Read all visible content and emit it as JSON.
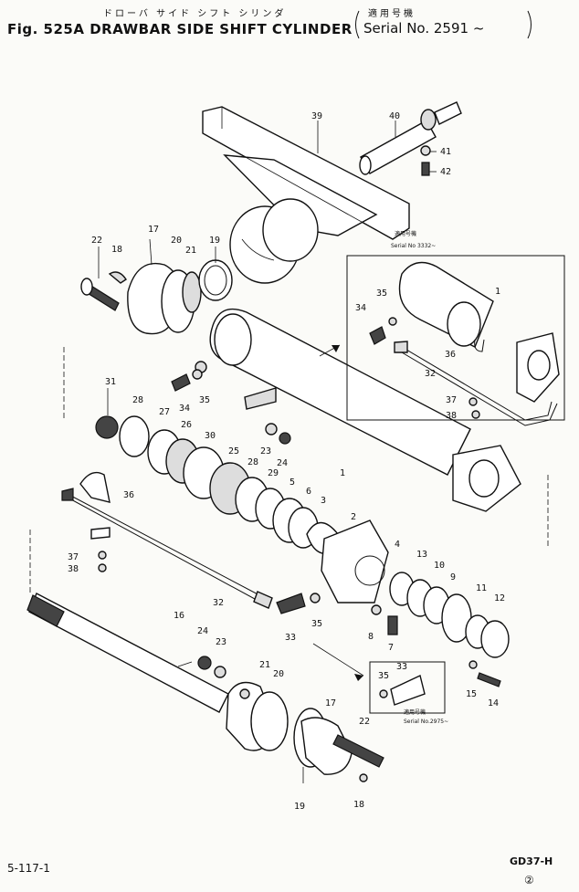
{
  "header": {
    "title_jp": "ドローバ サイド シフト シリンダ",
    "title_en": "Fig. 525A  DRAWBAR SIDE SHIFT CYLINDER",
    "serial_jp": "適用号機",
    "serial_en": "Serial No. 2591 ~"
  },
  "callouts": {
    "c39": "39",
    "c40": "40",
    "c41": "41",
    "c42": "42",
    "c22a": "22",
    "c18a": "18",
    "c17a": "17",
    "c20a": "20",
    "c21a": "21",
    "c19a": "19",
    "c31": "31",
    "c28a": "28",
    "c27": "27",
    "c26": "26",
    "c30": "30",
    "c25": "25",
    "c28b": "28",
    "c29": "29",
    "c5": "5",
    "c6": "6",
    "c3": "3",
    "c2": "2",
    "c4": "4",
    "c13": "13",
    "c10": "10",
    "c9": "9",
    "c11": "11",
    "c12": "12",
    "c8": "8",
    "c7": "7",
    "c15": "15",
    "c14": "14",
    "c34": "34",
    "c35a": "35",
    "c23a": "23",
    "c24a": "24",
    "c1a": "1",
    "c36a": "36",
    "c37a": "37",
    "c38a": "38",
    "c32a": "32",
    "c33a": "33",
    "c35b": "35",
    "c16": "16",
    "c24b": "24",
    "c23b": "23",
    "c21b": "21",
    "c20b": "20",
    "c17b": "17",
    "c22b": "22",
    "c19b": "19",
    "c18b": "18",
    "i34": "34",
    "i35": "35",
    "i1": "1",
    "i36": "36",
    "i32": "32",
    "i37": "37",
    "i38": "38",
    "i35b": "35",
    "i33": "33"
  },
  "insets": {
    "upper_jp": "適用号機",
    "upper_serial": "Serial No 3332~",
    "lower_jp": "適用号機",
    "lower_serial": "Serial No.2975~"
  },
  "footer": {
    "page_ref": "5-117-1",
    "model": "GD37-H",
    "mark": "②"
  }
}
